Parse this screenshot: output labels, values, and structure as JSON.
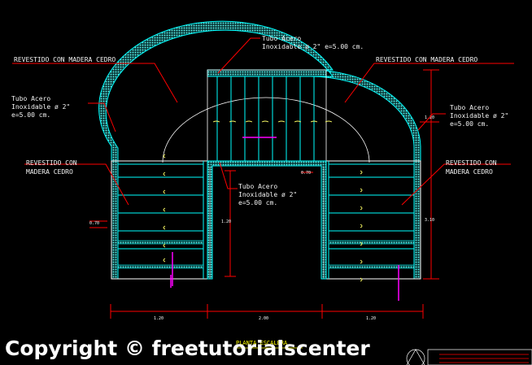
{
  "labels": {
    "revestido_top_left": "REVESTIDO CON MADERA CEDRO",
    "revestido_top_right": "REVESTIDO CON MADERA CEDRO",
    "revestido_mid_left_line1": "REVESTIDO CON",
    "revestido_mid_left_line2": "MADERA CEDRO",
    "revestido_mid_right_line1": "REVESTIDO CON",
    "revestido_mid_right_line2": "MADERA CEDRO",
    "tubo_top_line1": "Tubo Acero",
    "tubo_top_line2": "Inoxidable ø 2\"  e=5.00 cm.",
    "tubo_left_line1": "Tubo Acero",
    "tubo_left_line2": "Inoxidable ø 2\"",
    "tubo_left_line3": "e=5.00 cm.",
    "tubo_right_line1": "Tubo Acero",
    "tubo_right_line2": "Inoxidable ø 2\"",
    "tubo_right_line3": "e=5.00 cm.",
    "tubo_center_line1": "Tubo Acero",
    "tubo_center_line2": "Inoxidable ø 2\"",
    "tubo_center_line3": "e=5.00 cm."
  },
  "dimensions": {
    "bottom_left": "1.20",
    "bottom_middle": "2.00",
    "bottom_right": "1.20",
    "right_vertical": "3.10",
    "right_upper": "1.20",
    "left_width": "0.70",
    "center_height": "1.20",
    "center_width": "0.70"
  },
  "title": "PLANTA ESCALERA",
  "watermark": "Copyright © freetutorialscenter",
  "colors": {
    "background": "#000000",
    "railing": "#00ffff",
    "wood_hatch": "#40e0d0",
    "dimension_lines": "#ff0000",
    "leaders": "#ff0000",
    "labels": "#f2f2f2",
    "accent": "#ff00ff",
    "symbols": "#ffff66"
  }
}
